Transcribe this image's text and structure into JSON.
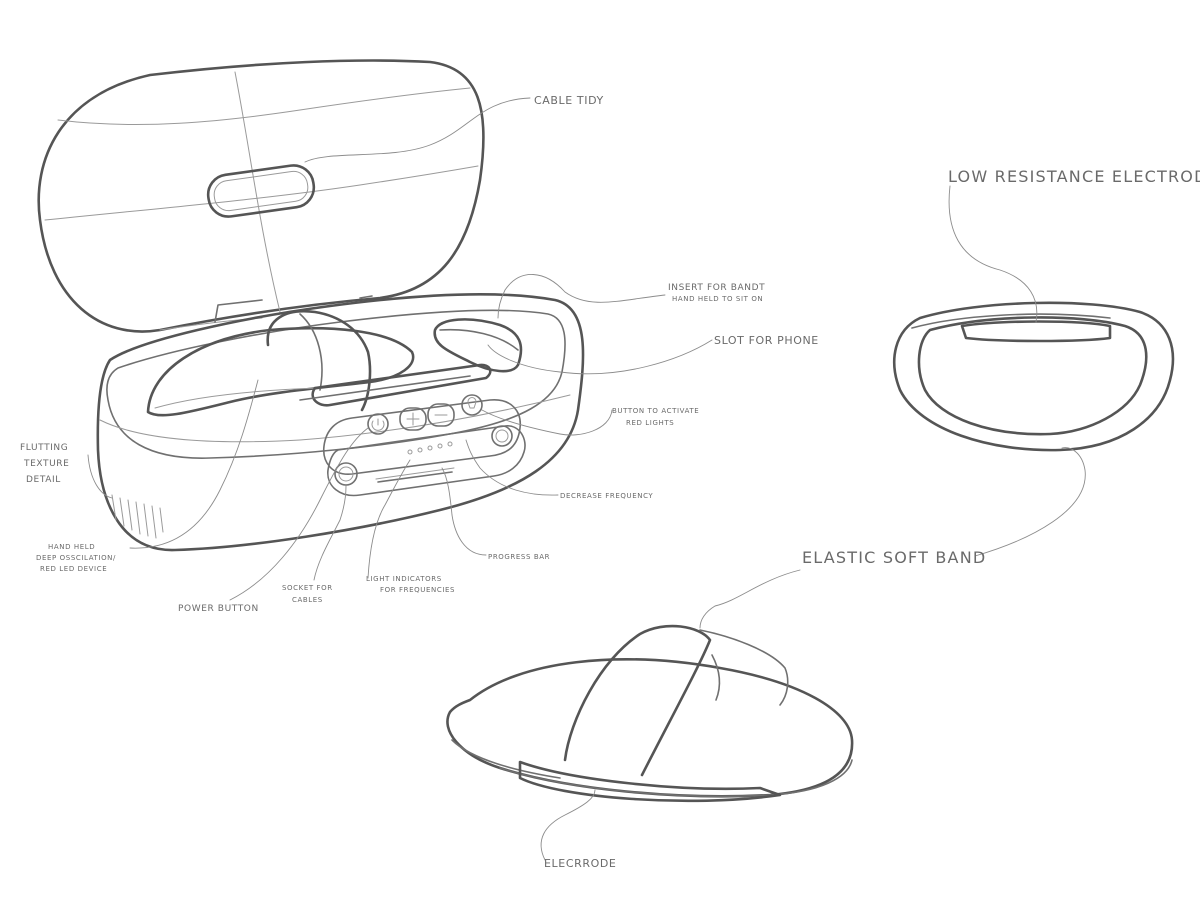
{
  "sketch": {
    "device_labels": {
      "cable_tidy": "CABLE TIDY",
      "insert_line1": "INSERT FOR BANDT",
      "insert_line2": "HAND HELD TO SIT ON",
      "slot_for_phone": "SLOT FOR PHONE",
      "button_red_line1": "BUTTON TO ACTIVATE",
      "button_red_line2": "RED LIGHTS",
      "decrease_frequency": "DECREASE FREQUENCY",
      "progress_bar": "PROGRESS BAR",
      "light_ind_line1": "LIGHT INDICATORS",
      "light_ind_line2": "FOR FREQUENCIES",
      "socket_line1": "SOCKET FOR",
      "socket_line2": "CABLES",
      "power_button": "POWER BUTTON",
      "handheld_line1": "HAND HELD",
      "handheld_line2": "DEEP OSSCILATION/",
      "handheld_line3": "RED LED DEVICE",
      "fluting_line1": "FLUTTING",
      "fluting_line2": "TEXTURE",
      "fluting_line3": "DETAIL"
    },
    "band_labels": {
      "low_resistance_electrode": "LOW RESISTANCE ELECTRODE",
      "elastic_soft_band": "ELASTIC SOFT BAND",
      "electrode": "ELECRRODE"
    },
    "colors": {
      "paper": "#ffffff",
      "pencil": "#6b6b6b",
      "pencil_light": "#9a9a9a"
    }
  }
}
